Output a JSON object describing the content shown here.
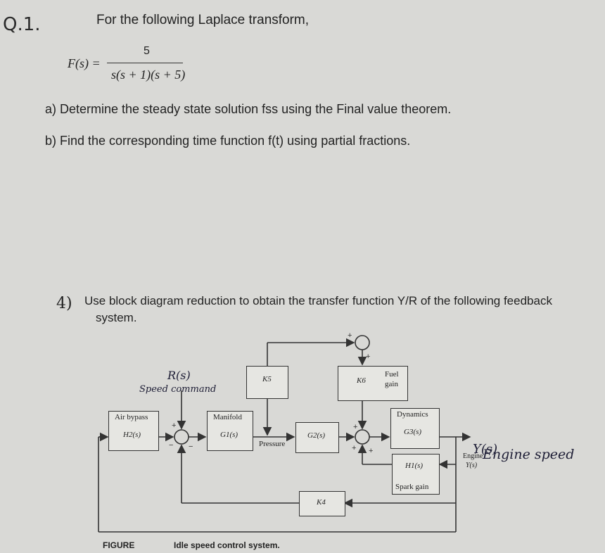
{
  "question1": {
    "number": "Q.1.",
    "intro": "For the following Laplace transform,",
    "formula": {
      "lhs": "F(s) =",
      "numerator": "5",
      "denominator": "s(s + 1)(s + 5)"
    },
    "part_a": "a) Determine the steady state solution fss using the Final value theorem.",
    "part_b": "b) Find the corresponding time function f(t) using partial fractions."
  },
  "question4": {
    "mark": "4)",
    "line1": "Use block diagram reduction to obtain the transfer function Y/R of the following feedback",
    "line2": "system."
  },
  "diagram": {
    "blocks": {
      "air_bypass_title": "Air bypass",
      "air_bypass_fn": "H2(s)",
      "manifold_title": "Manifold",
      "manifold_fn": "G1(s)",
      "k5": "K5",
      "g2": "G2(s)",
      "k6": "K6",
      "fuel_gain": "Fuel gain",
      "dynamics_title": "Dynamics",
      "dynamics_fn": "G3(s)",
      "h1": "H1(s)",
      "spark_gain": "Spark gain",
      "k4": "K4"
    },
    "labels": {
      "pressure": "Pressure",
      "engine": "Engine",
      "engine_speed_y": "Y(s)"
    },
    "handwriting": {
      "r_s": "R(s)",
      "speed_command": "Speed command",
      "y_s": "Y(s)",
      "engine_speed": "Engine speed"
    },
    "caption_label": "FIGURE",
    "caption_text": "Idle speed control system."
  }
}
